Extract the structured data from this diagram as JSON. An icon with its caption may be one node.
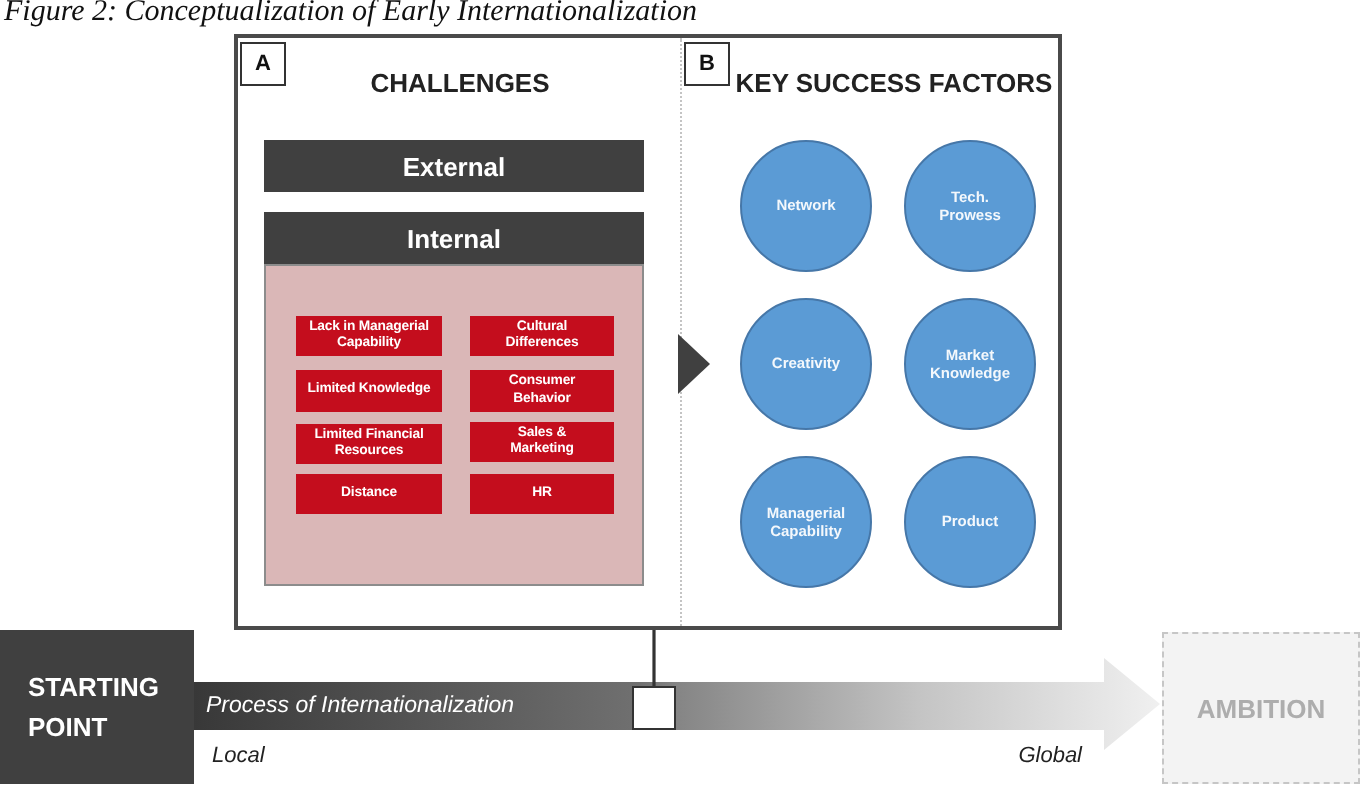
{
  "diagram": {
    "title": "Figure 2: Conceptualization of Early Internationalization",
    "nodes": [
      {
        "text": [],
        "shape": "box"
      },
      {
        "text": [
          "CHALLENGES"
        ],
        "in": 0
      },
      {
        "text": [
          "A"
        ],
        "in": 1
      },
      {
        "text": [
          "External"
        ],
        "in": 1
      },
      {
        "text": [
          "Internal"
        ],
        "in": 1
      },
      {
        "text": [],
        "shape": "box",
        "in": 1
      },
      {
        "text": [
          "Lack in Managerial Capability"
        ],
        "in": 5
      },
      {
        "text": [
          "Cultural Differences"
        ],
        "in": 5
      },
      {
        "text": [
          "Limited Knowledge"
        ],
        "in": 5
      },
      {
        "text": [
          "Consumer Behavior"
        ],
        "in": 5
      },
      {
        "text": [
          "Limited Financial Resources"
        ],
        "in": 5
      },
      {
        "text": [
          "Sales & Marketing"
        ],
        "in": 5
      },
      {
        "text": [
          "Distance"
        ],
        "in": 5
      },
      {
        "text": [
          "HR"
        ],
        "in": 5
      },
      {
        "text": [
          "KEY SUCCESS FACTORS"
        ],
        "in": 0
      },
      {
        "text": [
          "B"
        ],
        "in": 14
      },
      {
        "text": [
          "Network"
        ],
        "in": 14
      },
      {
        "text": [
          "Tech. Prowess"
        ],
        "in": 14
      },
      {
        "text": [
          "Creativity"
        ],
        "in": 14
      },
      {
        "text": [
          "Market Knowledge"
        ],
        "in": 14
      },
      {
        "text": [
          "Managerial Capability"
        ],
        "in": 14
      },
      {
        "text": [
          "Product"
        ],
        "in": 14
      },
      {
        "text": [
          "STARTING POINT"
        ]
      },
      {
        "text": [
          "Process of Internationalization"
        ]
      },
      {
        "text": [],
        "shape": "box",
        "in": 23
      },
      {
        "text": [
          "AMBITION"
        ]
      }
    ],
    "edges": [
      {
        "from": 1,
        "to": 14,
        "arrow": "to"
      },
      {
        "from": 0,
        "to": 24,
        "arrow": "none"
      }
    ],
    "labels": [
      "Local",
      "Global"
    ]
  }
}
